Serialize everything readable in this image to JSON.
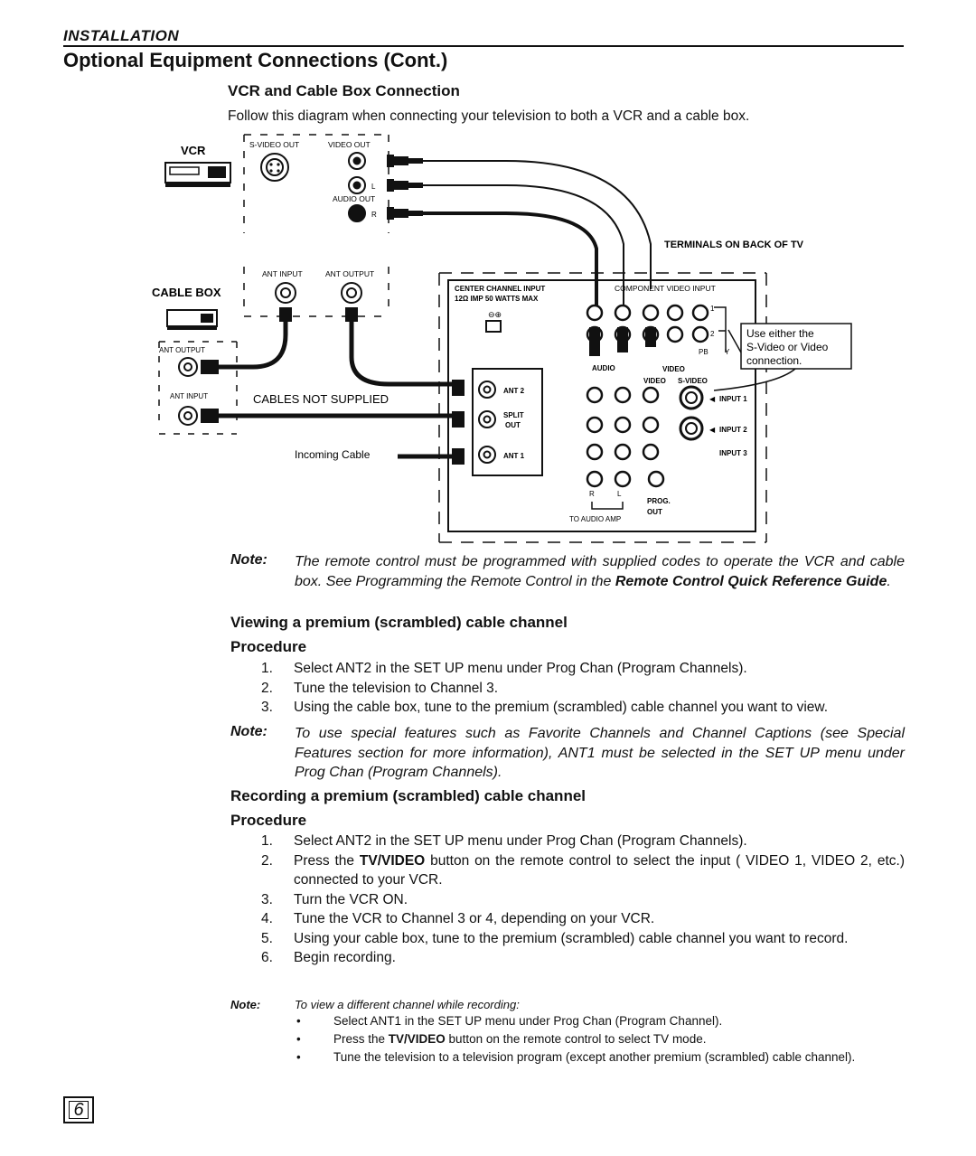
{
  "header": {
    "section": "INSTALLATION",
    "title": "Optional Equipment Connections (Cont.)"
  },
  "vcr_cable": {
    "heading": "VCR and Cable Box Connection",
    "intro": "Follow this diagram when connecting your television to both a VCR and a cable box."
  },
  "diagram": {
    "vcr_label": "VCR",
    "svideo_out": "S-VIDEO OUT",
    "video_out": "VIDEO OUT",
    "audio_out": "AUDIO OUT",
    "l": "L",
    "r": "R",
    "ant_input": "ANT INPUT",
    "ant_output": "ANT OUTPUT",
    "cable_box_label": "CABLE BOX",
    "cb_ant_output": "ANT OUTPUT",
    "cb_ant_input": "ANT INPUT",
    "cables_not_supplied": "CABLES NOT SUPPLIED",
    "incoming_cable": "Incoming Cable",
    "terminals": "TERMINALS ON BACK OF TV",
    "center_channel_input": "CENTER CHANNEL INPUT",
    "center_spec": "12Ω IMP 50 WATTS MAX",
    "component_video_input": "COMPONENT VIDEO INPUT",
    "ant2": "ANT 2",
    "split": "SPLIT",
    "out": "OUT",
    "ant1": "ANT 1",
    "audio": "AUDIO",
    "video": "VIDEO",
    "svideo": "S-VIDEO",
    "pb": "PB",
    "y": "Y",
    "one": "1",
    "two": "2",
    "input1": "INPUT 1",
    "input2": "INPUT 2",
    "input3": "INPUT 3",
    "r_lbl": "R",
    "l_lbl": "L",
    "to_audio_amp": "TO AUDIO AMP",
    "prog_out_1": "PROG.",
    "prog_out_2": "OUT",
    "callout_1": "Use either the",
    "callout_2": "S-Video or Video",
    "callout_3": "connection."
  },
  "note1": {
    "label": "Note:",
    "text_a": "The remote control must be programmed with supplied codes to operate the VCR and cable box. See Programming the Remote Control in the ",
    "text_bold": "Remote Control Quick Reference Guide",
    "text_b": "."
  },
  "viewing": {
    "heading": "Viewing a premium (scrambled) cable channel",
    "procedure": "Procedure",
    "steps": [
      {
        "n": "1.",
        "text": "Select ANT2 in the SET UP menu under Prog Chan (Program Channels)."
      },
      {
        "n": "2.",
        "text": "Tune the television to Channel 3."
      },
      {
        "n": "3.",
        "text": "Using the cable box, tune to the premium (scrambled) cable channel you want to view."
      }
    ]
  },
  "note2": {
    "label": "Note:",
    "text": "To use special features such as Favorite Channels and Channel Captions (see Special Features section for more information), ANT1 must be selected in the SET UP menu under Prog Chan (Program Channels)."
  },
  "recording": {
    "heading": "Recording a premium (scrambled) cable channel",
    "procedure": "Procedure",
    "step1": {
      "n": "1.",
      "text": "Select ANT2 in the SET UP menu under Prog Chan (Program Channels)."
    },
    "step2": {
      "n": "2.",
      "a": "Press the ",
      "bold": "TV/VIDEO",
      "b": " button on the remote control to select the input ( VIDEO 1, VIDEO 2, etc.) connected  to your VCR."
    },
    "step3": {
      "n": "3.",
      "text": "Turn the VCR ON."
    },
    "step4": {
      "n": "4.",
      "text": "Tune the VCR to Channel 3 or 4, depending on your VCR."
    },
    "step5": {
      "n": "5.",
      "text": "Using your cable box, tune to the premium (scrambled) cable channel you want to record."
    },
    "step6": {
      "n": "6.",
      "text": "Begin recording."
    }
  },
  "note3": {
    "label": "Note:",
    "intro": "To view a different channel while recording:",
    "b1": "Select  ANT1 in the SET UP menu under Prog Chan (Program Channel).",
    "b2_a": "Press the ",
    "b2_bold": "TV/VIDEO",
    "b2_b": " button on the remote control to select TV mode.",
    "b3": "Tune the television to a television program (except another premium (scrambled) cable channel)."
  },
  "page_number": "6"
}
